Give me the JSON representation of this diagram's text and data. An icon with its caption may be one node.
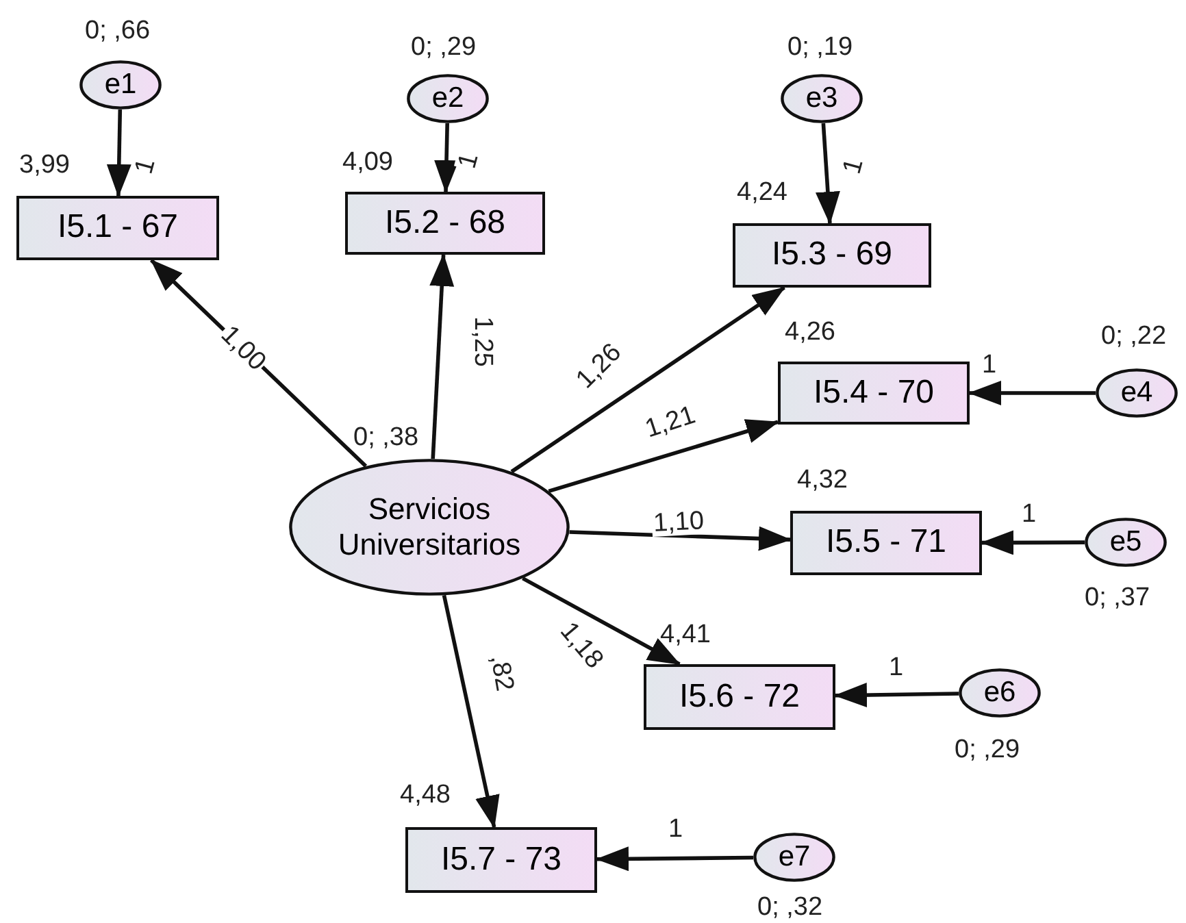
{
  "diagram": {
    "nodes": [
      {
        "text": [
          "Servicios Universitarios"
        ],
        "beside": [
          "0; ,38"
        ]
      },
      {
        "text": [
          "I5.1 - 67"
        ],
        "beside": [
          "3,99"
        ]
      },
      {
        "text": [
          "I5.2 - 68"
        ],
        "beside": [
          "4,09"
        ]
      },
      {
        "text": [
          "I5.3 - 69"
        ],
        "beside": [
          "4,24"
        ]
      },
      {
        "text": [
          "I5.4 - 70"
        ],
        "beside": [
          "4,26"
        ]
      },
      {
        "text": [
          "I5.5 - 71"
        ],
        "beside": [
          "4,32"
        ]
      },
      {
        "text": [
          "I5.6 - 72"
        ],
        "beside": [
          "4,41"
        ]
      },
      {
        "text": [
          "I5.7 - 73"
        ],
        "beside": [
          "4,48"
        ]
      },
      {
        "text": [
          "e1"
        ],
        "beside": [
          "0; ,66"
        ]
      },
      {
        "text": [
          "e2"
        ],
        "beside": [
          "0; ,29"
        ]
      },
      {
        "text": [
          "e3"
        ],
        "beside": [
          "0; ,19"
        ]
      },
      {
        "text": [
          "e4"
        ],
        "beside": [
          "0; ,22"
        ]
      },
      {
        "text": [
          "e5"
        ],
        "beside": [
          "0; ,37"
        ]
      },
      {
        "text": [
          "e6"
        ],
        "beside": [
          "0; ,29"
        ]
      },
      {
        "text": [
          "e7"
        ],
        "beside": [
          "0; ,32"
        ]
      }
    ],
    "edges": [
      {
        "from": 0,
        "to": 1,
        "arrow": "to",
        "label": "1,00"
      },
      {
        "from": 0,
        "to": 2,
        "arrow": "to",
        "label": "1,25"
      },
      {
        "from": 0,
        "to": 3,
        "arrow": "to",
        "label": "1,26"
      },
      {
        "from": 0,
        "to": 4,
        "arrow": "to",
        "label": "1,21"
      },
      {
        "from": 0,
        "to": 5,
        "arrow": "to",
        "label": "1,10"
      },
      {
        "from": 0,
        "to": 6,
        "arrow": "to",
        "label": "1,18"
      },
      {
        "from": 0,
        "to": 7,
        "arrow": "to",
        "label": ",82"
      },
      {
        "from": 8,
        "to": 1,
        "arrow": "to",
        "label": "1"
      },
      {
        "from": 9,
        "to": 2,
        "arrow": "to",
        "label": "1"
      },
      {
        "from": 10,
        "to": 3,
        "arrow": "to",
        "label": "1"
      },
      {
        "from": 11,
        "to": 4,
        "arrow": "to",
        "label": "1"
      },
      {
        "from": 12,
        "to": 5,
        "arrow": "to",
        "label": "1"
      },
      {
        "from": 13,
        "to": 6,
        "arrow": "to",
        "label": "1"
      },
      {
        "from": 14,
        "to": 7,
        "arrow": "to",
        "label": "1"
      }
    ]
  }
}
